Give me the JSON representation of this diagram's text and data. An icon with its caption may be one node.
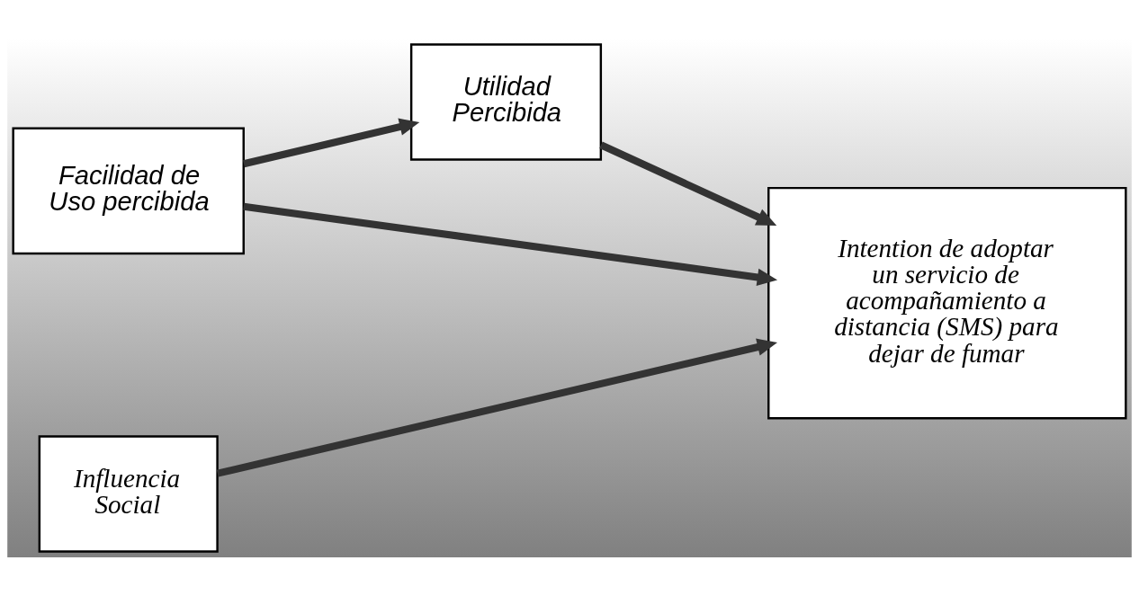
{
  "diagram": {
    "nodes": [
      {
        "text": [
          "Utilidad Percibida"
        ]
      },
      {
        "text": [
          "Intention de adoptar un servicio de acompañamiento a distancia (SMS) para dejar de fumar"
        ]
      },
      {
        "text": [
          "Facilidad de Uso percibida"
        ]
      },
      {
        "text": [
          "Influencia Social"
        ]
      }
    ],
    "edges": [
      {
        "from": 0,
        "to": 1,
        "arrow": "to"
      },
      {
        "from": 2,
        "to": 0,
        "arrow": "to"
      },
      {
        "from": 2,
        "to": 1,
        "arrow": "to"
      },
      {
        "from": 3,
        "to": 1,
        "arrow": "to"
      }
    ]
  }
}
